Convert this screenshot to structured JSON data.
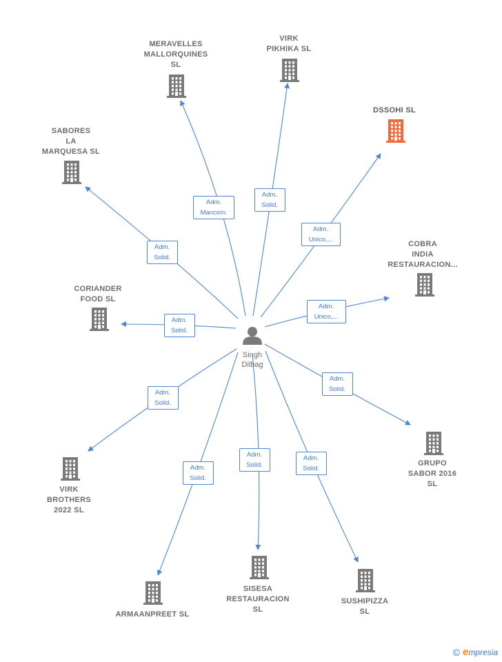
{
  "center": {
    "name": "Singh\nDilbag"
  },
  "colors": {
    "edge": "#4a86d8",
    "building": "#7a7a7a",
    "highlight": "#f26a3a"
  },
  "companies": [
    {
      "id": "meravelles",
      "name": "MERAVELLES\nMALLORQUINES\nSL",
      "highlight": false,
      "role": "Adm.\nMancom."
    },
    {
      "id": "virk-pikhika",
      "name": "VIRK\nPIKHIKA  SL",
      "highlight": false,
      "role": "Adm.\nSolid."
    },
    {
      "id": "dssohi",
      "name": "DSSOHI  SL",
      "highlight": true,
      "role": "Adm.\nUnico,..."
    },
    {
      "id": "sabores",
      "name": "SABORES\nLA\nMARQUESA  SL",
      "highlight": false,
      "role": "Adm.\nSolid."
    },
    {
      "id": "cobra",
      "name": "COBRA\nINDIA\nRESTAURACION...",
      "highlight": false,
      "role": "Adm.\nUnico,..."
    },
    {
      "id": "coriander",
      "name": "CORIANDER\nFOOD  SL",
      "highlight": false,
      "role": "Adm.\nSolid."
    },
    {
      "id": "grupo-sabor",
      "name": "GRUPO\nSABOR 2016\nSL",
      "highlight": false,
      "role": "Adm.\nSolid."
    },
    {
      "id": "virk-brothers",
      "name": "VIRK\nBROTHERS\n2022  SL",
      "highlight": false,
      "role": "Adm.\nSolid."
    },
    {
      "id": "armaanpreet",
      "name": "ARMAANPREET SL",
      "highlight": false,
      "role": "Adm.\nSolid."
    },
    {
      "id": "sisesa",
      "name": "SISESA\nRESTAURACION\nSL",
      "highlight": false,
      "role": "Adm.\nSolid."
    },
    {
      "id": "sushipizza",
      "name": "SUSHIPIZZA\nSL",
      "highlight": false,
      "role": "Adm.\nSolid."
    }
  ],
  "footer": {
    "copyright": "©",
    "brand_initial": "e",
    "brand_rest": "mpresia"
  }
}
